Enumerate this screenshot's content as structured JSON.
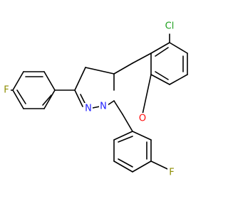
{
  "colors": {
    "bond": "#000000",
    "Cl": "#1ea01e",
    "F": "#8c8c00",
    "N": "#2020ff",
    "O": "#ff0d0d"
  },
  "atoms": {
    "cl": {
      "label": "Cl",
      "element": "Cl"
    },
    "f_left": {
      "label": "F",
      "element": "F"
    },
    "f_bottom": {
      "label": "F",
      "element": "F"
    },
    "n_imine": {
      "label": "N",
      "element": "N"
    },
    "n_ring": {
      "label": "N",
      "element": "N"
    },
    "o_ring": {
      "label": "O",
      "element": "O"
    }
  }
}
